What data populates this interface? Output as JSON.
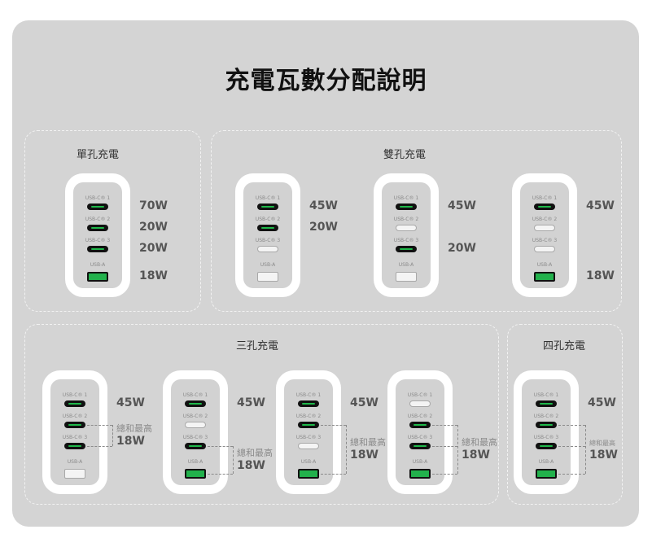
{
  "title": "充電瓦數分配說明",
  "groups": [
    {
      "label": "單孔充電"
    },
    {
      "label": "雙孔充電"
    },
    {
      "label": "三孔充電"
    },
    {
      "label": "四孔充電"
    }
  ],
  "port_labels": [
    "USB-C® 1",
    "USB-C® 2",
    "USB-C® 3",
    "USB-A"
  ],
  "colors": {
    "active_green": "#22b14c",
    "port_black": "#111111",
    "background": "#d4d4d4"
  },
  "chargers": [
    {
      "group": 0,
      "active": [
        true,
        true,
        true,
        true
      ],
      "watts": [
        {
          "port": 0,
          "value": "70W"
        },
        {
          "port": 1,
          "value": "20W"
        },
        {
          "port": 2,
          "value": "20W"
        },
        {
          "port": 3,
          "value": "18W"
        }
      ]
    },
    {
      "group": 1,
      "active": [
        true,
        true,
        false,
        false
      ],
      "watts": [
        {
          "port": 0,
          "value": "45W"
        },
        {
          "port": 1,
          "value": "20W"
        }
      ]
    },
    {
      "group": 1,
      "active": [
        true,
        false,
        true,
        false
      ],
      "watts": [
        {
          "port": 0,
          "value": "45W"
        },
        {
          "port": 2,
          "value": "20W"
        }
      ]
    },
    {
      "group": 1,
      "active": [
        true,
        false,
        false,
        true
      ],
      "watts": [
        {
          "port": 0,
          "value": "45W"
        },
        {
          "port": 3,
          "value": "18W"
        }
      ]
    },
    {
      "group": 2,
      "active": [
        true,
        true,
        true,
        false
      ],
      "watts": [
        {
          "port": 0,
          "value": "45W"
        }
      ],
      "combined": {
        "ports": [
          1,
          2
        ],
        "text": "總和最高",
        "value": "18W"
      }
    },
    {
      "group": 2,
      "active": [
        true,
        false,
        true,
        true
      ],
      "watts": [
        {
          "port": 0,
          "value": "45W"
        }
      ],
      "combined": {
        "ports": [
          2,
          3
        ],
        "text": "總和最高",
        "value": "18W"
      }
    },
    {
      "group": 2,
      "active": [
        true,
        true,
        false,
        true
      ],
      "watts": [
        {
          "port": 0,
          "value": "45W"
        }
      ],
      "combined": {
        "ports": [
          1,
          3
        ],
        "text": "總和最高",
        "value": "18W"
      }
    },
    {
      "group": 2,
      "active": [
        false,
        true,
        true,
        true
      ],
      "watts": [],
      "combined": {
        "ports": [
          1,
          2,
          3
        ],
        "text": "總和最高",
        "value": "18W"
      }
    },
    {
      "group": 3,
      "active": [
        true,
        true,
        true,
        true
      ],
      "watts": [
        {
          "port": 0,
          "value": "45W"
        }
      ],
      "combined": {
        "ports": [
          1,
          2,
          3
        ],
        "text": "總和最高",
        "value": "18W"
      }
    }
  ]
}
